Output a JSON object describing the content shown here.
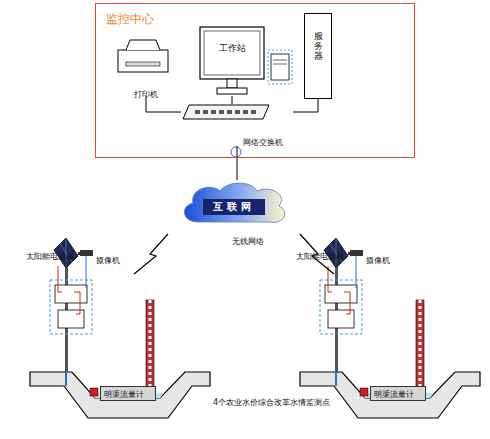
{
  "diagram": {
    "caption": "4个农业水价综合改革水情监测点",
    "nodes": [
      {
        "text": [
          "监控中心"
        ]
      },
      {
        "text": [
          "打印机"
        ],
        "in": 0
      },
      {
        "text": [
          "工作站"
        ],
        "in": 0
      },
      {
        "text": [
          "服务器"
        ],
        "in": 0
      },
      {
        "text": [
          "网络交换机"
        ],
        "in": 0
      },
      {
        "text": [
          "互联网"
        ]
      },
      {
        "text": [
          "明渠流量计"
        ]
      },
      {
        "text": [
          "明渠流量计"
        ]
      }
    ],
    "edges": [
      {
        "from": 1,
        "to": 4,
        "arrow": "none"
      },
      {
        "from": 2,
        "to": 4,
        "arrow": "none"
      },
      {
        "from": 3,
        "to": 4,
        "arrow": "none"
      },
      {
        "from": 4,
        "to": 5,
        "arrow": "none"
      }
    ],
    "labels": [
      "无线网络",
      "太阳能电池板",
      "摄像机",
      "太阳能电池板",
      "摄像机"
    ]
  }
}
